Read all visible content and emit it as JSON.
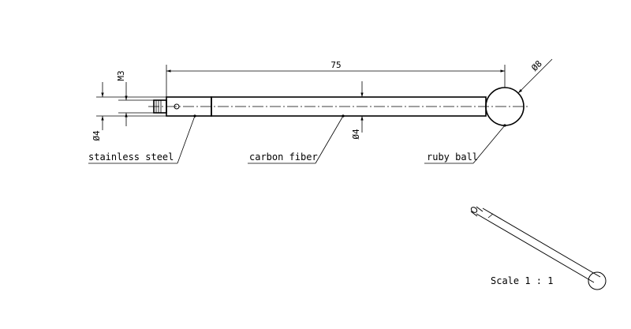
{
  "dimensions": {
    "length": "75",
    "ball_diameter": "Ø8",
    "thread": "M3",
    "shaft_diameter_left": "Ø4",
    "shaft_diameter_right": "Ø4"
  },
  "callouts": {
    "stainless_steel": "stainless steel",
    "carbon_fiber": "carbon fiber",
    "ruby_ball": "ruby ball"
  },
  "scale_note": "Scale 1 : 1",
  "colors": {
    "line": "#000000",
    "background": "#ffffff"
  }
}
